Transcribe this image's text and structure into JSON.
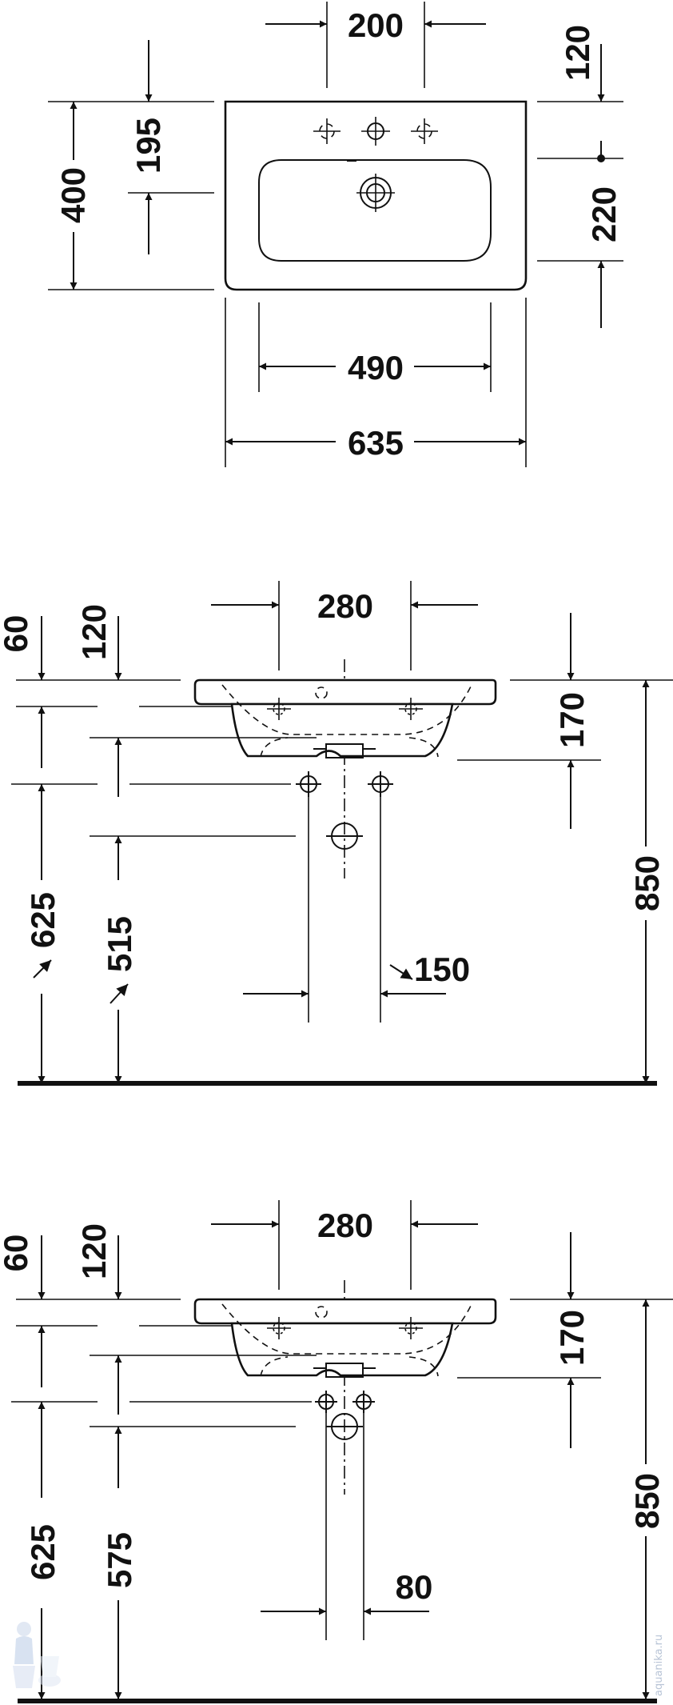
{
  "top_view": {
    "dims": {
      "tap_spacing": "200",
      "front_to_tap": "120",
      "wall_to_tap": "195",
      "depth": "400",
      "drain_offset": "220",
      "bowl_width": "490",
      "overall_width": "635"
    }
  },
  "side_view_1": {
    "dims": {
      "tap_spacing": "280",
      "rim_thickness": "60",
      "bowl_depth": "120",
      "overall_height": "170",
      "rim_height": "850",
      "supply_height": "625",
      "waste_height": "515",
      "supply_spacing": "150"
    }
  },
  "side_view_2": {
    "dims": {
      "tap_spacing": "280",
      "rim_thickness": "60",
      "bowl_depth": "120",
      "overall_height": "170",
      "rim_height": "850",
      "supply_height": "625",
      "waste_height": "575",
      "supply_spacing": "80"
    }
  },
  "watermark": {
    "text": "aquanika.ru",
    "mascot_icon": "plumber-mascot-icon"
  }
}
